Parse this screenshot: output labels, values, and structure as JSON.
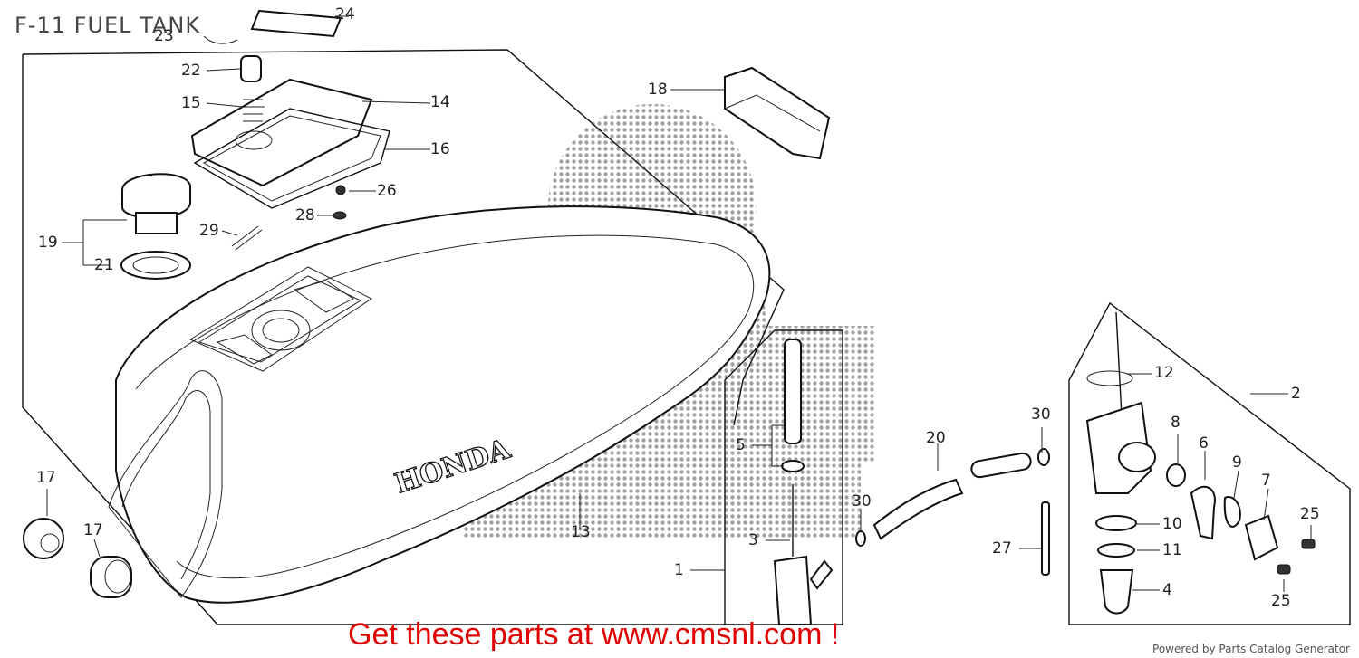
{
  "title": "F-11 FUEL TANK",
  "callouts": {
    "c1": "1",
    "c2": "2",
    "c3": "3",
    "c4": "4",
    "c5": "5",
    "c6": "6",
    "c7": "7",
    "c8": "8",
    "c9": "9",
    "c10": "10",
    "c11": "11",
    "c12": "12",
    "c13": "13",
    "c14": "14",
    "c15": "15",
    "c16": "16",
    "c17a": "17",
    "c17b": "17",
    "c18": "18",
    "c19": "19",
    "c20": "20",
    "c21": "21",
    "c22": "22",
    "c23": "23",
    "c24": "24",
    "c25a": "25",
    "c25b": "25",
    "c26": "26",
    "c27": "27",
    "c28": "28",
    "c29": "29",
    "c30a": "30",
    "c30b": "30"
  },
  "tank_logo_text": "HONDA",
  "promo_text": "Get these parts at www.cmsnl.com !",
  "footer_text": "Powered by Parts Catalog Generator",
  "colors": {
    "promo": "#e00000",
    "line": "#111111"
  }
}
